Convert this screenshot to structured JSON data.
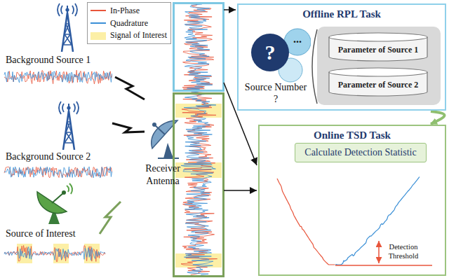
{
  "diagram": {
    "nodes": [
      {
        "text": [
          "Offline RPL Task"
        ]
      },
      {
        "text": [
          "Source Number ?"
        ],
        "in": 0
      },
      {
        "text": [
          "Parameter of Source 1"
        ],
        "in": 0
      },
      {
        "text": [
          "Parameter of Source 2"
        ],
        "in": 0
      },
      {
        "text": [
          "Online TSD Task"
        ]
      },
      {
        "text": [
          "Calculate Detection Statistic"
        ],
        "in": 4
      }
    ],
    "edges": [
      {
        "from": 0,
        "to": 4,
        "arrow": "to"
      }
    ],
    "labels": [
      "Background Source 1",
      "Background Source 2",
      "Receiver Antenna",
      "Source of Interest",
      "?",
      "...",
      "Detection Threshold"
    ],
    "legend": [
      {
        "text": "In-Phase"
      },
      {
        "text": "Quadrature"
      },
      {
        "text": "Signal of Interest",
        "color": "#fcefa6"
      }
    ]
  }
}
